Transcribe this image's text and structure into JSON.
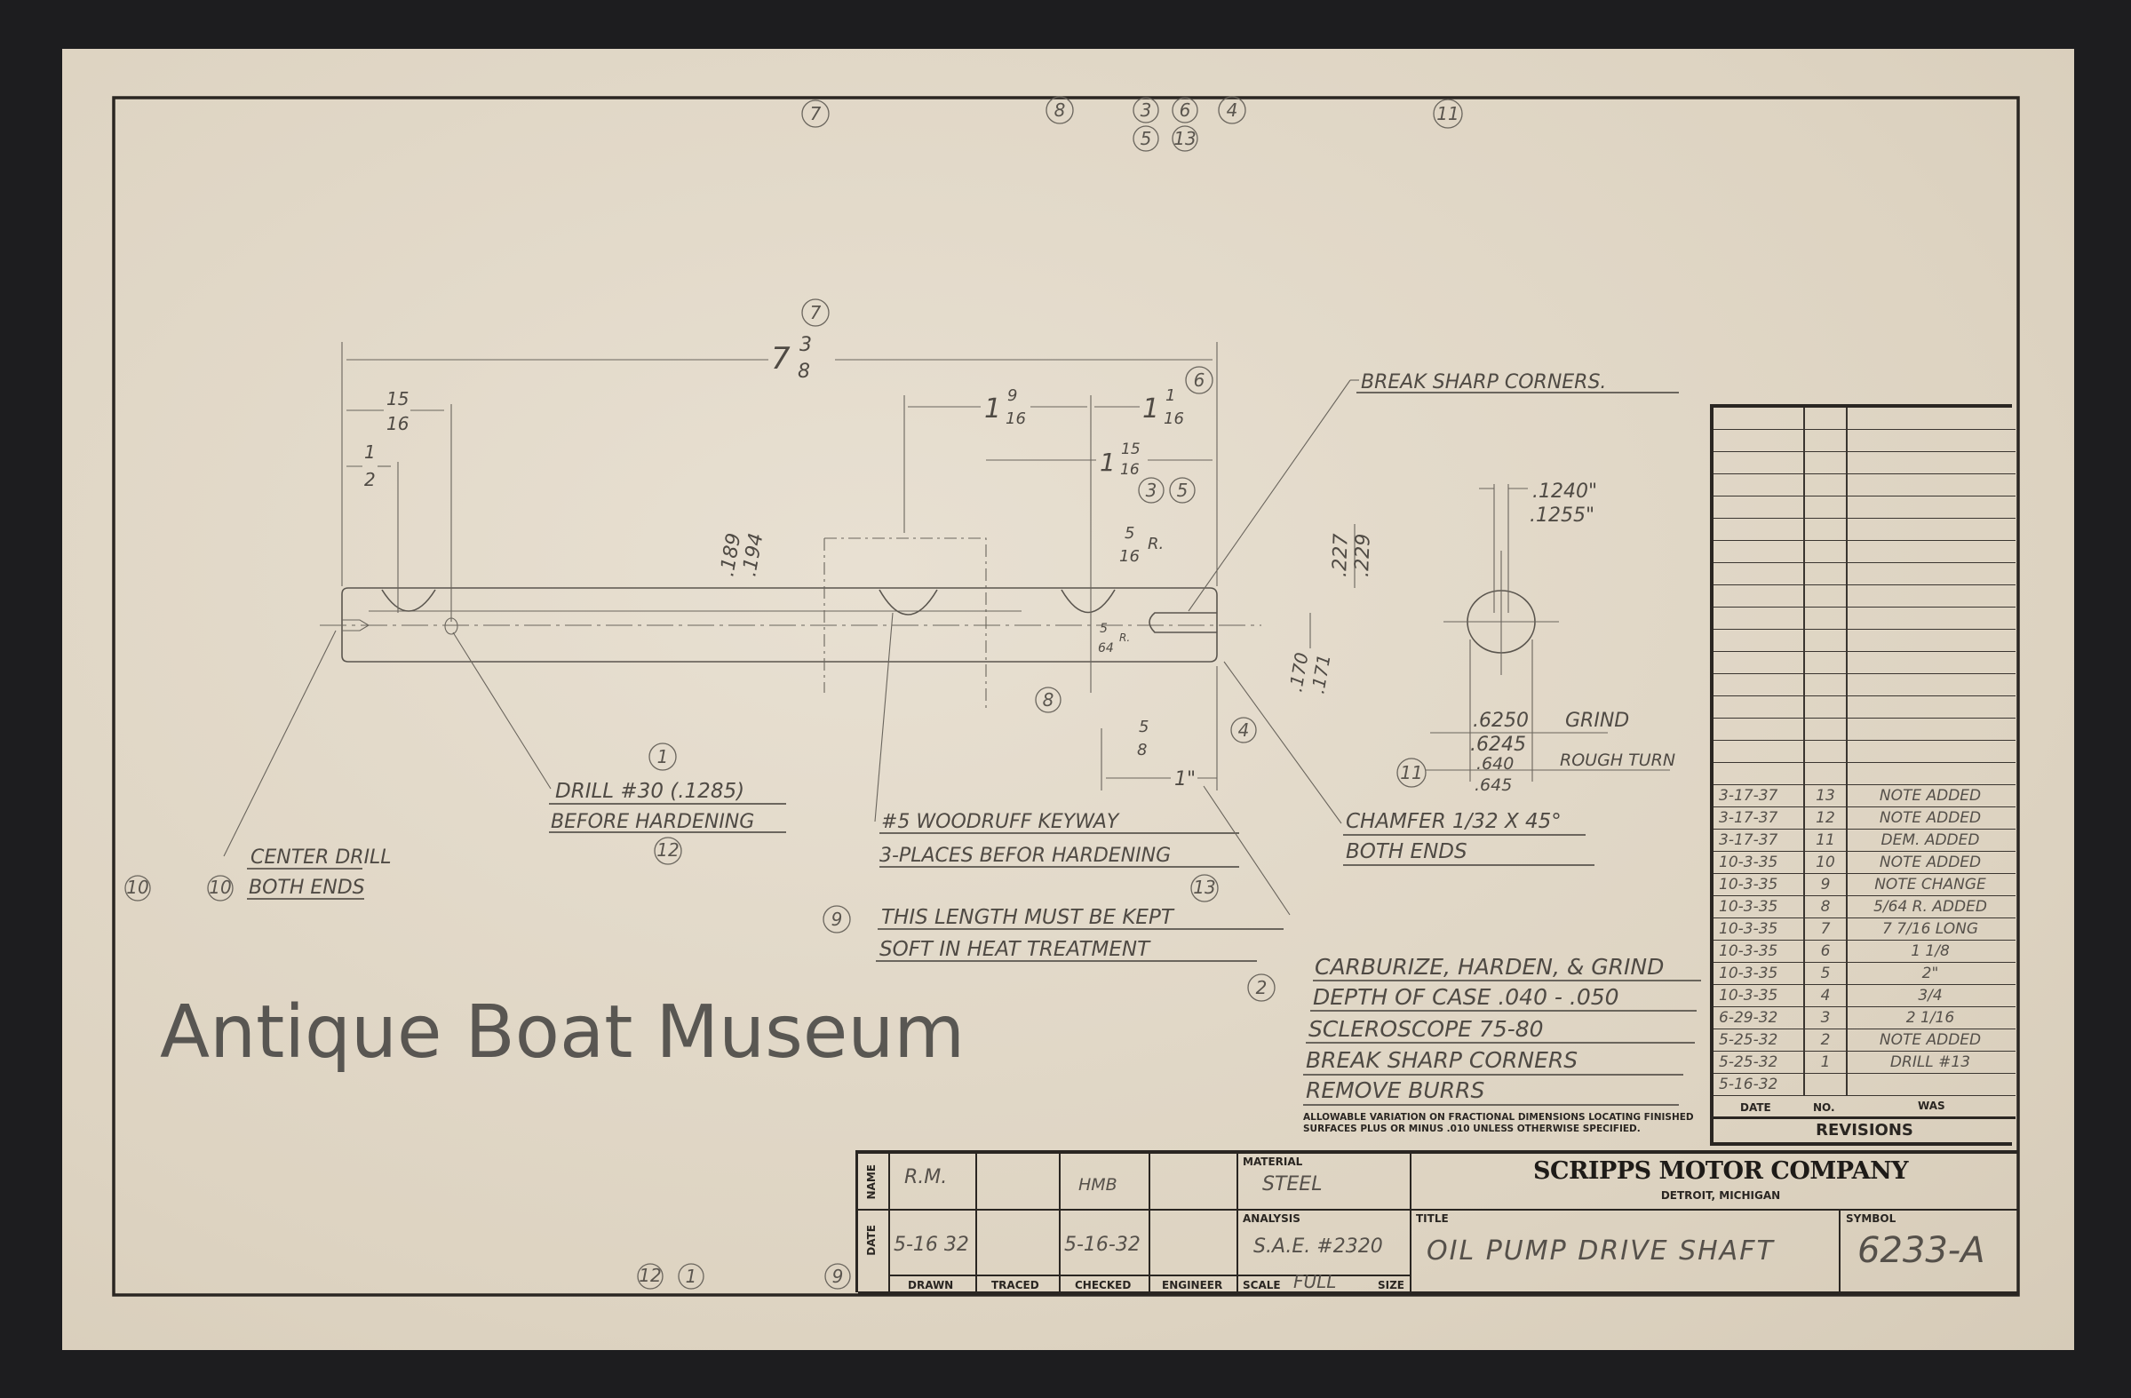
{
  "watermark": "Antique Boat Museum",
  "bubbles": {
    "top": [
      "7",
      "8",
      "3",
      "6",
      "4",
      "5",
      "13",
      "11"
    ],
    "overall": "7",
    "dim_1_1_16": "6",
    "dim_1_15_16": [
      "3",
      "5"
    ],
    "keyway": "8",
    "slot": "4",
    "drill": "1",
    "drill_note": "12",
    "center_drill": [
      "10",
      "10"
    ],
    "keyway_note": "13",
    "soft_note": "9",
    "notes": "2",
    "rough_turn": "11",
    "bottom": [
      "12",
      "1",
      "9"
    ]
  },
  "dimensions": {
    "overall": {
      "whole": "7",
      "num": "3",
      "den": "8"
    },
    "d15_16": {
      "num": "15",
      "den": "16"
    },
    "d1_2": {
      "num": "1",
      "den": "2"
    },
    "d1_9_16": {
      "whole": "1",
      "num": "9",
      "den": "16"
    },
    "d1_1_16": {
      "whole": "1",
      "num": "1",
      "den": "16"
    },
    "d1_15_16": {
      "whole": "1",
      "num": "15",
      "den": "16"
    },
    "keyway_depth": {
      "top": ".189",
      "bottom": ".194"
    },
    "slot_depth": {
      "top": ".227",
      "bottom": ".229"
    },
    "slot_offset": {
      "top": ".170",
      "bottom": ".171"
    },
    "radius_5_16": {
      "num": "5",
      "den": "16",
      "suffix": "R."
    },
    "radius_5_64": {
      "num": "5",
      "den": "64",
      "suffix": "R."
    },
    "d5_8": {
      "num": "5",
      "den": "8"
    },
    "d1": "1\"",
    "slot_width": {
      "top": ".1240\"",
      "bottom": ".1255\""
    },
    "grind_dia": {
      "top": ".6250",
      "bottom": ".6245",
      "label": "GRIND"
    },
    "rough_dia": {
      "top": ".640",
      "bottom": ".645",
      "label": "ROUGH TURN"
    }
  },
  "callouts": {
    "break_corners": "BREAK SHARP CORNERS.",
    "chamfer": [
      "CHAMFER 1/32 X 45°",
      "BOTH ENDS"
    ],
    "drill": [
      "DRILL #30 (.1285)",
      "BEFORE HARDENING"
    ],
    "center_drill": [
      "CENTER DRILL",
      "BOTH ENDS"
    ],
    "woodruff": [
      "#5 WOODRUFF  KEYWAY",
      "3-PLACES  BEFOR HARDENING"
    ],
    "soft": [
      "THIS LENGTH MUST BE KEPT",
      "SOFT  IN  HEAT  TREATMENT"
    ]
  },
  "notes": [
    "CARBURIZE, HARDEN, & GRIND",
    "DEPTH OF CASE .040 - .050",
    "SCLEROSCOPE  75-80",
    "BREAK SHARP  CORNERS",
    "REMOVE  BURRS"
  ],
  "tolerance_note": "ALLOWABLE VARIATION ON FRACTIONAL DIMENSIONS LOCATING FINISHED SURFACES PLUS OR MINUS .010 UNLESS OTHERWISE SPECIFIED.",
  "revisions": {
    "title": "REVISIONS",
    "headers": {
      "date": "DATE",
      "no": "NO.",
      "was": "WAS"
    },
    "rows": [
      {
        "date": "3-17-37",
        "no": "13",
        "was": "NOTE ADDED"
      },
      {
        "date": "3-17-37",
        "no": "12",
        "was": "NOTE ADDED"
      },
      {
        "date": "3-17-37",
        "no": "11",
        "was": "DEM. ADDED"
      },
      {
        "date": "10-3-35",
        "no": "10",
        "was": "NOTE ADDED"
      },
      {
        "date": "10-3-35",
        "no": "9",
        "was": "NOTE CHANGE"
      },
      {
        "date": "10-3-35",
        "no": "8",
        "was": "5/64 R. ADDED"
      },
      {
        "date": "10-3-35",
        "no": "7",
        "was": "7 7/16 LONG"
      },
      {
        "date": "10-3-35",
        "no": "6",
        "was": "1 1/8"
      },
      {
        "date": "10-3-35",
        "no": "5",
        "was": "2\""
      },
      {
        "date": "10-3-35",
        "no": "4",
        "was": "3/4"
      },
      {
        "date": "6-29-32",
        "no": "3",
        "was": "2 1/16"
      },
      {
        "date": "5-25-32",
        "no": "2",
        "was": "NOTE ADDED"
      },
      {
        "date": "5-25-32",
        "no": "1",
        "was": "DRILL #13"
      },
      {
        "date": "5-16-32",
        "no": "",
        "was": ""
      }
    ]
  },
  "title_block": {
    "row_labels": {
      "name": "NAME",
      "date": "DATE"
    },
    "columns": [
      "DRAWN",
      "TRACED",
      "CHECKED",
      "ENGINEER"
    ],
    "drawn_name": "R.M.",
    "drawn_date": "5-16 32",
    "checked_name": "HMB",
    "checked_date": "5-16-32",
    "material_label": "MATERIAL",
    "material": "STEEL",
    "analysis_label": "ANALYSIS",
    "analysis": "S.A.E. #2320",
    "scale_label": "SCALE",
    "scale": "FULL",
    "size_label": "SIZE",
    "company": "SCRIPPS MOTOR COMPANY",
    "location": "DETROIT, MICHIGAN",
    "title_label": "TITLE",
    "title": "OIL PUMP DRIVE SHAFT",
    "symbol_label": "SYMBOL",
    "symbol": "6233-A"
  }
}
